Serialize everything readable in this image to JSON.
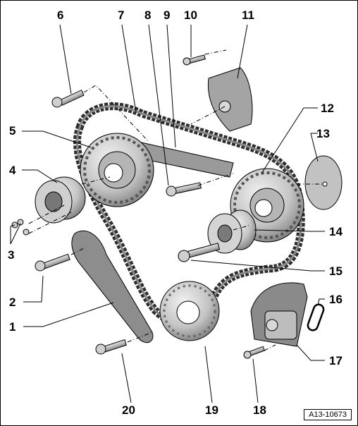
{
  "figure_ref": "A13-10673",
  "callouts": [
    "1",
    "2",
    "3",
    "4",
    "5",
    "6",
    "7",
    "8",
    "9",
    "10",
    "11",
    "12",
    "13",
    "14",
    "15",
    "16",
    "17",
    "18",
    "19",
    "20"
  ],
  "colors": {
    "metal_light": "#d9d9d9",
    "metal_mid": "#a8a8a8",
    "metal_dark": "#6e6e6e",
    "chain": "#3a3a3a",
    "line": "#000000"
  }
}
